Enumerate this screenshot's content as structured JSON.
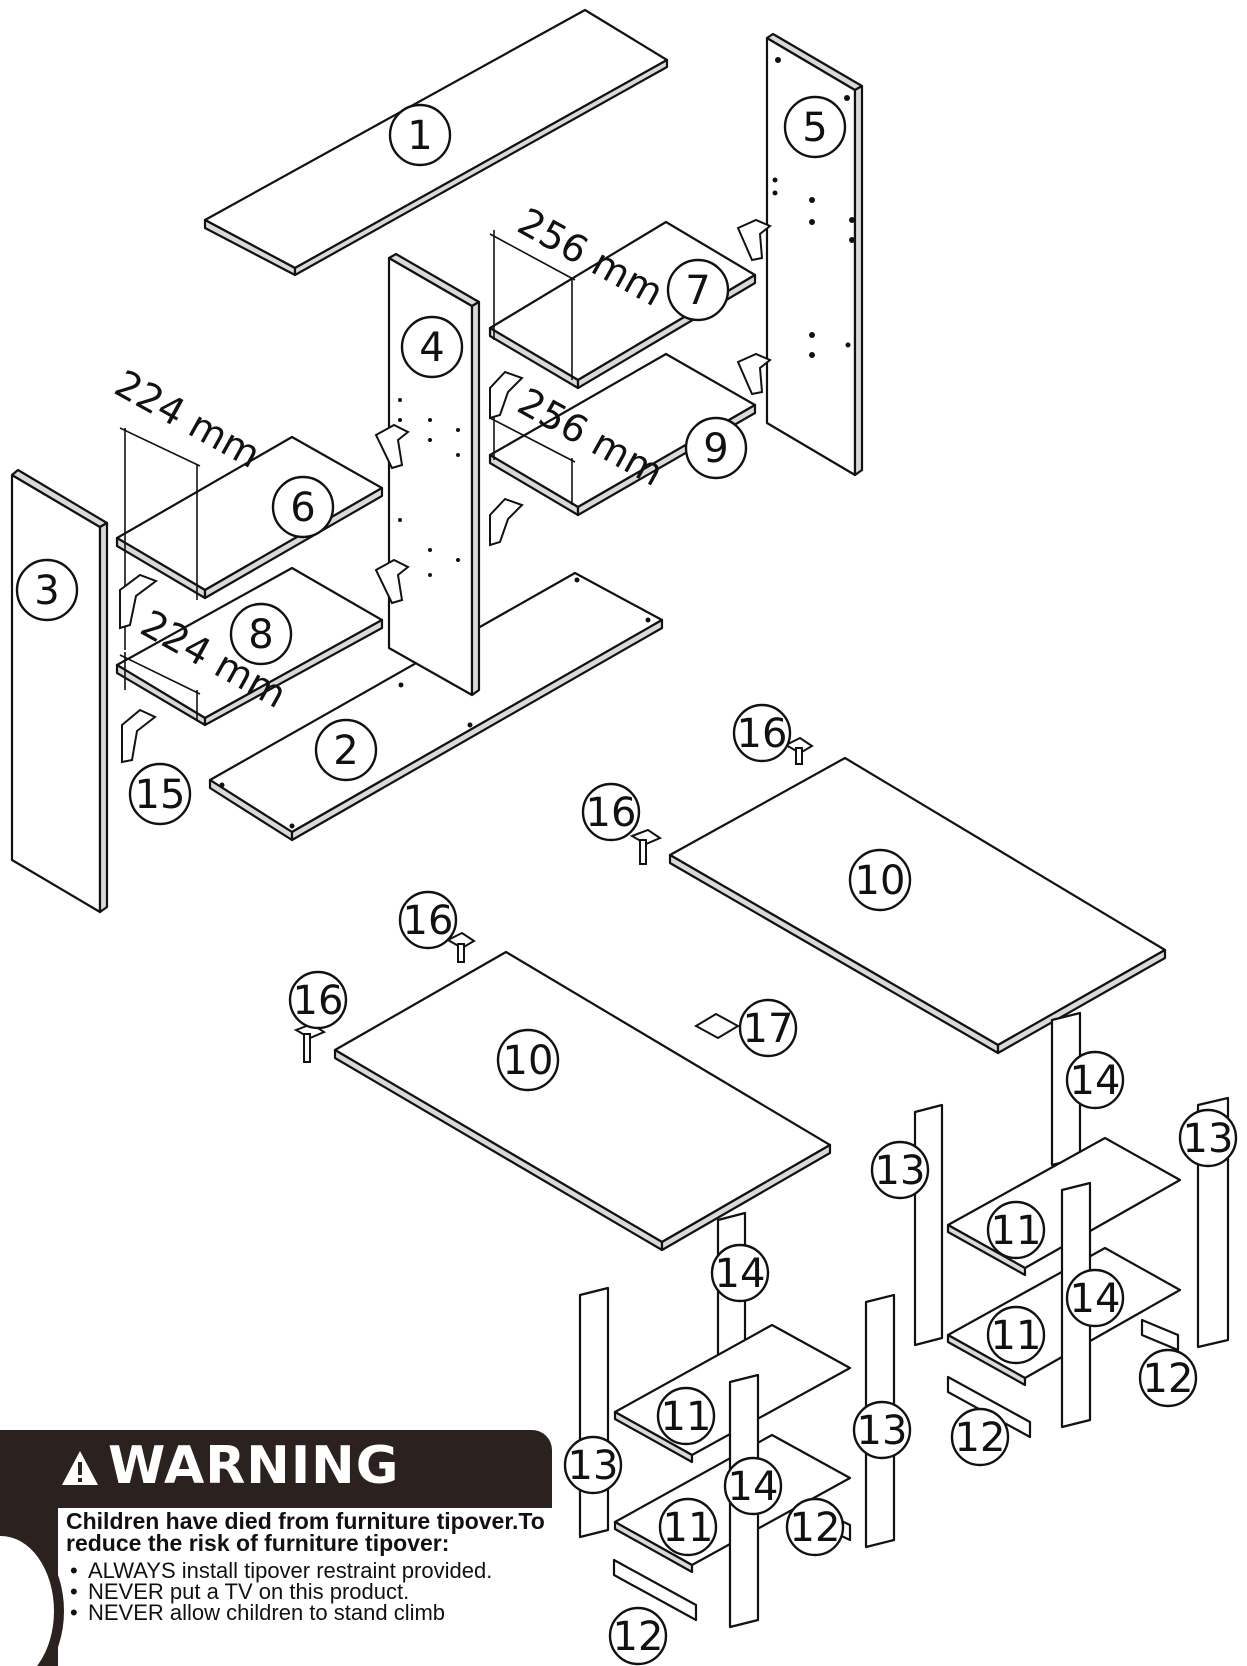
{
  "callouts": {
    "p1": "1",
    "p2": "2",
    "p3": "3",
    "p4": "4",
    "p5": "5",
    "p6": "6",
    "p7": "7",
    "p8": "8",
    "p9": "9",
    "p10": "10",
    "p11": "11",
    "p12": "12",
    "p13": "13",
    "p14": "14",
    "p15": "15",
    "p16": "16",
    "p17": "17"
  },
  "dimensions": {
    "shelf_6": "224 mm",
    "shelf_8": "224 mm",
    "shelf_7": "256 mm",
    "shelf_9": "256 mm"
  },
  "warning": {
    "heading": "WARNING",
    "lead": "Children have died from furniture tipover.To reduce the risk of furniture tipover:",
    "items": [
      "ALWAYS install tipover restraint provided.",
      "NEVER put a TV on this product.",
      "NEVER allow children to stand climb"
    ]
  },
  "colors": {
    "ink": "#111111",
    "warning_panel": "#2b2220",
    "paper": "#ffffff"
  }
}
